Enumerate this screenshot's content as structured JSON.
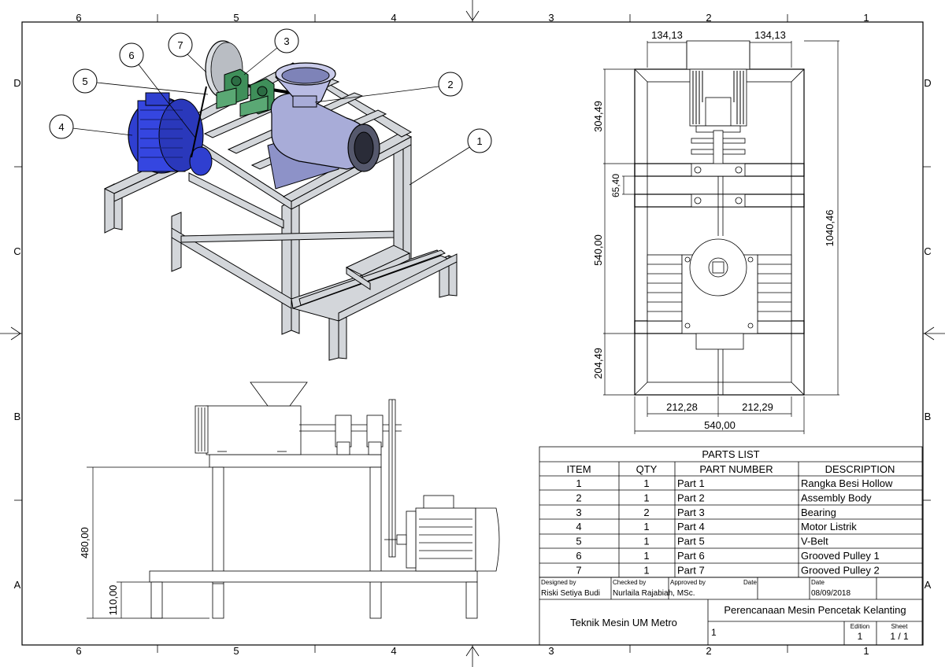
{
  "zones": {
    "columns": [
      "6",
      "5",
      "4",
      "3",
      "2",
      "1"
    ],
    "rows": [
      "D",
      "C",
      "B",
      "A"
    ]
  },
  "balloons": [
    "1",
    "2",
    "3",
    "4",
    "5",
    "6",
    "7"
  ],
  "dimensions": {
    "top_left": "134,13",
    "top_right": "134,13",
    "motor_len": "304,49",
    "bearing_gap": "65,40",
    "mid": "540,00",
    "bottom": "204,49",
    "overall_height": "1040,46",
    "bottom_left": "212,28",
    "bottom_right": "212,29",
    "overall_width": "540,00",
    "table_height": "480,00",
    "leg_height": "110,00"
  },
  "parts_list": {
    "title": "PARTS LIST",
    "headers": [
      "ITEM",
      "QTY",
      "PART NUMBER",
      "DESCRIPTION"
    ],
    "rows": [
      {
        "item": "1",
        "qty": "1",
        "part": "Part 1",
        "desc": "Rangka Besi Hollow"
      },
      {
        "item": "2",
        "qty": "1",
        "part": "Part 2",
        "desc": "Assembly Body"
      },
      {
        "item": "3",
        "qty": "2",
        "part": "Part 3",
        "desc": "Bearing"
      },
      {
        "item": "4",
        "qty": "1",
        "part": "Part 4",
        "desc": "Motor Listrik"
      },
      {
        "item": "5",
        "qty": "1",
        "part": "Part 5",
        "desc": "V-Belt"
      },
      {
        "item": "6",
        "qty": "1",
        "part": "Part 6",
        "desc": "Grooved Pulley 1"
      },
      {
        "item": "7",
        "qty": "1",
        "part": "Part 7",
        "desc": "Grooved Pulley 2"
      }
    ]
  },
  "title_block": {
    "designed_by_label": "Designed by",
    "designed_by": "Riski Setiya Budi",
    "checked_by_label": "Checked by",
    "checked_by": "Nurlaila Rajabiah, MSc.",
    "approved_by_label": "Approved by",
    "date_label_1": "Date",
    "date_label_2": "Date",
    "date": "08/09/2018",
    "organization": "Teknik Mesin UM Metro",
    "title": "Perencanaan Mesin Pencetak Kelanting",
    "doc_no": "1",
    "edition_label": "Edition",
    "edition": "1",
    "sheet_label": "Sheet",
    "sheet": "1 / 1"
  },
  "colors": {
    "motor": "#2f3fd0",
    "body": "#a8acd8",
    "bearing": "#3f8f5a",
    "frame": "#cfd2d6",
    "line": "#000000"
  }
}
